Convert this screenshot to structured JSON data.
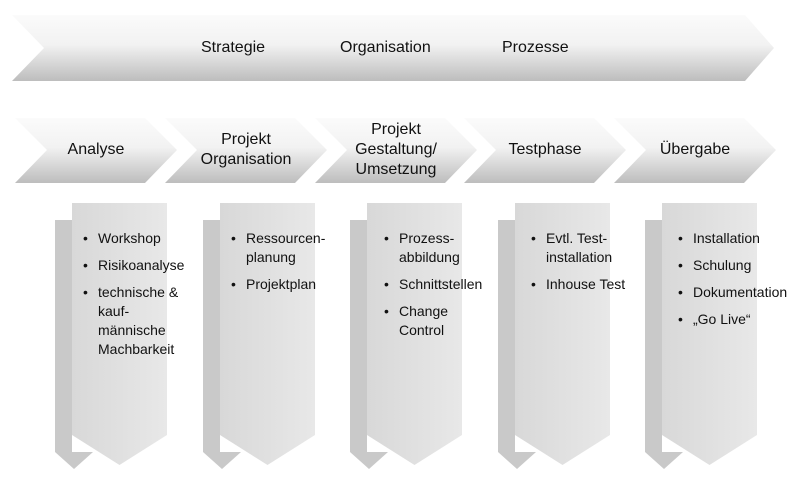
{
  "top_banner": {
    "items": [
      "Strategie",
      "Organisation",
      "Prozesse"
    ]
  },
  "phases": [
    {
      "title": [
        "Analyse"
      ],
      "bullets": [
        [
          "Workshop"
        ],
        [
          "Risikoanalyse"
        ],
        [
          "technische &",
          "kauf-",
          "männische",
          "Machbarkeit"
        ]
      ]
    },
    {
      "title": [
        "Projekt",
        "Organisation"
      ],
      "bullets": [
        [
          "Ressourcen-",
          "planung"
        ],
        [
          "Projektplan"
        ]
      ]
    },
    {
      "title": [
        "Projekt",
        "Gestaltung/",
        "Umsetzung"
      ],
      "bullets": [
        [
          "Prozess-",
          "abbildung"
        ],
        [
          "Schnittstellen"
        ],
        [
          "Change",
          "Control"
        ]
      ]
    },
    {
      "title": [
        "Testphase"
      ],
      "bullets": [
        [
          "Evtl. Test-",
          "installation"
        ],
        [
          "Inhouse Test"
        ]
      ]
    },
    {
      "title": [
        "Übergabe"
      ],
      "bullets": [
        [
          "Installation"
        ],
        [
          "Schulung"
        ],
        [
          "Dokumentation"
        ],
        [
          "„Go Live“"
        ]
      ]
    }
  ],
  "colors": {
    "arrow_light": "#f7f7f7",
    "arrow_dark": "#bdbdbd",
    "column_front": "#e3e3e3",
    "column_back": "#c9c9c9",
    "text": "#111111"
  }
}
